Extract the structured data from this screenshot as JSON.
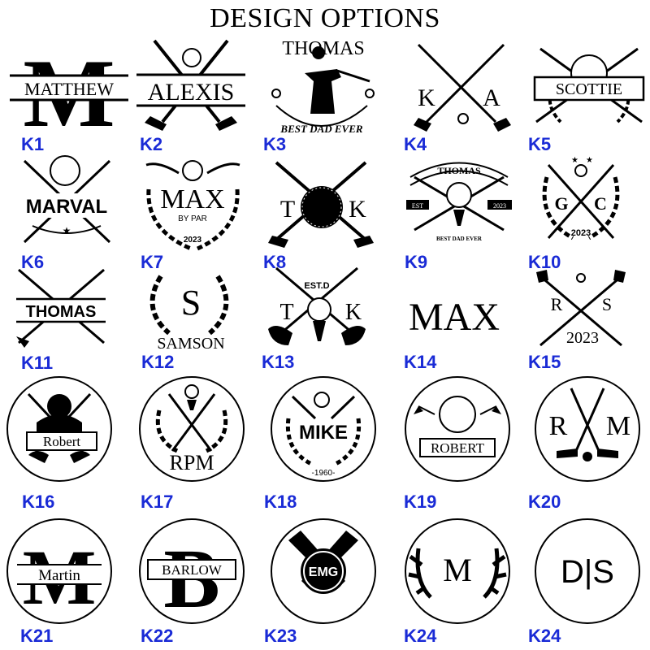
{
  "title": "DESIGN OPTIONS",
  "accent_color": "#1a2bd6",
  "designs": [
    {
      "code": "K1",
      "text": "MATTHEW",
      "letter": "M"
    },
    {
      "code": "K2",
      "text": "ALEXIS"
    },
    {
      "code": "K3",
      "text": "THOMAS",
      "subtext": "BEST DAD EVER"
    },
    {
      "code": "K4",
      "left": "K",
      "right": "A"
    },
    {
      "code": "K5",
      "text": "SCOTTIE"
    },
    {
      "code": "K6",
      "text": "MARVAL"
    },
    {
      "code": "K7",
      "text": "MAX",
      "subtext": "BY PAR",
      "year": "2023"
    },
    {
      "code": "K8",
      "left": "T",
      "right": "K"
    },
    {
      "code": "K9",
      "text": "THOMAS",
      "est": "EST",
      "year": "2023",
      "subtext": "BEST DAD EVER"
    },
    {
      "code": "K10",
      "left": "G",
      "right": "C",
      "year": "2023"
    },
    {
      "code": "K11",
      "text": "THOMAS"
    },
    {
      "code": "K12",
      "letter": "S",
      "text": "SAMSON"
    },
    {
      "code": "K13",
      "est": "EST.D",
      "left": "T",
      "right": "K"
    },
    {
      "code": "K14",
      "text": "MAX"
    },
    {
      "code": "K15",
      "left": "R",
      "right": "S",
      "year": "2023"
    },
    {
      "code": "K16",
      "text": "Robert"
    },
    {
      "code": "K17",
      "text": "RPM"
    },
    {
      "code": "K18",
      "text": "MIKE",
      "year": "-1960-"
    },
    {
      "code": "K19",
      "text": "ROBERT"
    },
    {
      "code": "K20",
      "left": "R",
      "right": "M"
    },
    {
      "code": "K21",
      "letter": "M",
      "text": "Martin"
    },
    {
      "code": "K22",
      "letter": "B",
      "text": "BARLOW"
    },
    {
      "code": "K23",
      "text": "EMG"
    },
    {
      "code": "K24",
      "letter": "M"
    },
    {
      "code": "K24",
      "text": "D|S"
    }
  ]
}
